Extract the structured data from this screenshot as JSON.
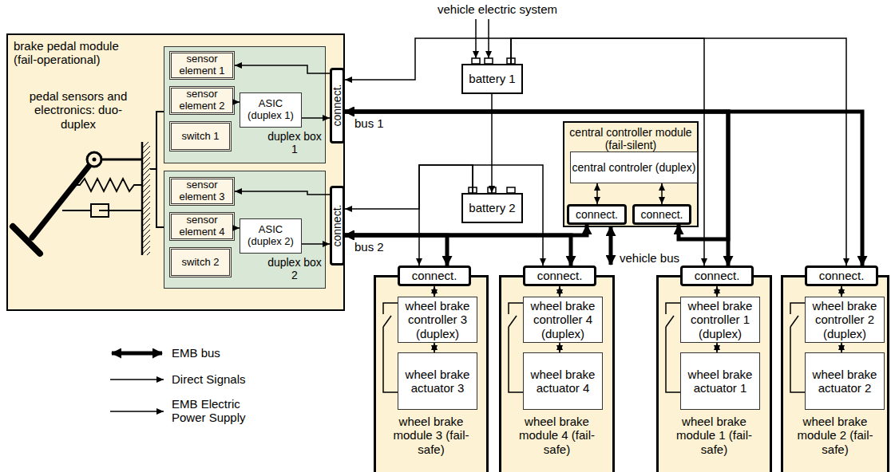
{
  "diagram": {
    "nodes": [
      {
        "text": [
          "brake pedal module (fail-operational)",
          "pedal sensors and electronics: duo-duplex"
        ]
      },
      {
        "text": [
          "duplex box 1"
        ],
        "in": 0
      },
      {
        "text": [
          "sensor element 1"
        ],
        "in": 1
      },
      {
        "text": [
          "sensor element 2"
        ],
        "in": 1
      },
      {
        "text": [
          "switch 1"
        ],
        "in": 1
      },
      {
        "text": [
          "ASIC (duplex 1)"
        ],
        "in": 1
      },
      {
        "text": [
          "connect."
        ],
        "in": 0
      },
      {
        "text": [
          "duplex box 2"
        ],
        "in": 0
      },
      {
        "text": [
          "sensor element 3"
        ],
        "in": 7
      },
      {
        "text": [
          "sensor element 4"
        ],
        "in": 7
      },
      {
        "text": [
          "switch 2"
        ],
        "in": 7
      },
      {
        "text": [
          "ASIC (duplex 2)"
        ],
        "in": 7
      },
      {
        "text": [
          "connect."
        ],
        "in": 0
      },
      {
        "text": [
          "battery 1"
        ]
      },
      {
        "text": [
          "battery 2"
        ]
      },
      {
        "text": [
          "central controller module (fail-silent)"
        ]
      },
      {
        "text": [
          "central controler (duplex)"
        ],
        "in": 15
      },
      {
        "text": [
          "connect."
        ],
        "in": 15
      },
      {
        "text": [
          "connect."
        ],
        "in": 15
      },
      {
        "text": [
          "wheel brake module 3 (fail-safe)"
        ]
      },
      {
        "text": [
          "connect."
        ],
        "in": 19
      },
      {
        "text": [
          "wheel brake controller 3 (duplex)"
        ],
        "in": 19
      },
      {
        "text": [
          "wheel brake actuator 3"
        ],
        "in": 19
      },
      {
        "text": [
          "wheel brake module 4 (fail-safe)"
        ]
      },
      {
        "text": [
          "connect."
        ],
        "in": 23
      },
      {
        "text": [
          "wheel brake controller 4 (duplex)"
        ],
        "in": 23
      },
      {
        "text": [
          "wheel brake actuator 4"
        ],
        "in": 23
      },
      {
        "text": [
          "wheel brake module 1 (fail-safe)"
        ]
      },
      {
        "text": [
          "connect."
        ],
        "in": 27
      },
      {
        "text": [
          "wheel brake controller 1 (duplex)"
        ],
        "in": 27
      },
      {
        "text": [
          "wheel brake actuator 1"
        ],
        "in": 27
      },
      {
        "text": [
          "wheel brake module 2 (fail-safe)"
        ]
      },
      {
        "text": [
          "connect."
        ],
        "in": 31
      },
      {
        "text": [
          "wheel brake controller 2 (duplex)"
        ],
        "in": 31
      },
      {
        "text": [
          "wheel brake actuator 2"
        ],
        "in": 31
      }
    ],
    "edges": [
      {
        "from": 6,
        "to": 2,
        "arrow": "to"
      },
      {
        "from": 3,
        "to": 5,
        "arrow": "to"
      },
      {
        "from": 5,
        "to": 6,
        "arrow": "to"
      },
      {
        "from": 12,
        "to": 8,
        "arrow": "to"
      },
      {
        "from": 9,
        "to": 11,
        "arrow": "to"
      },
      {
        "from": 11,
        "to": 12,
        "arrow": "to"
      },
      {
        "from": 6,
        "to": 18,
        "arrow": "both",
        "label": "bus 1"
      },
      {
        "from": 6,
        "to": 28,
        "arrow": "both"
      },
      {
        "from": 6,
        "to": 32,
        "arrow": "both"
      },
      {
        "from": 12,
        "to": 17,
        "arrow": "both",
        "label": "bus 2"
      },
      {
        "from": 12,
        "to": 20,
        "arrow": "both"
      },
      {
        "from": 12,
        "to": 24,
        "arrow": "both"
      },
      {
        "from": 13,
        "to": 6,
        "arrow": "to"
      },
      {
        "from": 13,
        "to": 28,
        "arrow": "to"
      },
      {
        "from": 13,
        "to": 32,
        "arrow": "to"
      },
      {
        "from": 13,
        "to": 14,
        "arrow": "to"
      },
      {
        "from": 14,
        "to": 12,
        "arrow": "to"
      },
      {
        "from": 14,
        "to": 20,
        "arrow": "to"
      },
      {
        "from": 14,
        "to": 24,
        "arrow": "to"
      },
      {
        "from": 17,
        "to": 16,
        "arrow": "both"
      },
      {
        "from": 18,
        "to": 16,
        "arrow": "both"
      },
      {
        "from": 20,
        "to": 21,
        "arrow": "both"
      },
      {
        "from": 21,
        "to": 22,
        "arrow": "both"
      },
      {
        "from": 24,
        "to": 25,
        "arrow": "both"
      },
      {
        "from": 25,
        "to": 26,
        "arrow": "both"
      },
      {
        "from": 28,
        "to": 29,
        "arrow": "both"
      },
      {
        "from": 29,
        "to": 30,
        "arrow": "both"
      },
      {
        "from": 32,
        "to": 33,
        "arrow": "both"
      },
      {
        "from": 33,
        "to": 34,
        "arrow": "both"
      }
    ],
    "labels": [
      "vehicle electric system",
      "vehicle bus"
    ],
    "legend": [
      {
        "text": "EMB bus"
      },
      {
        "text": "Direct Signals"
      },
      {
        "text": "EMB Electric Power Supply"
      }
    ]
  }
}
